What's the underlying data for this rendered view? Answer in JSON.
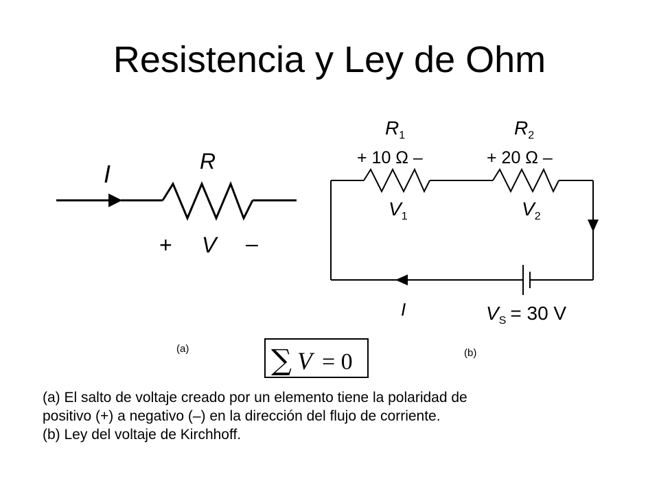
{
  "title": "Resistencia y Ley de Ohm",
  "fig_a": {
    "current_symbol": "I",
    "resistor_symbol": "R",
    "plus_sign": "+",
    "voltage_symbol": "V",
    "minus_sign": "–",
    "tag": "(a)"
  },
  "fig_b": {
    "r1_symbol": "R",
    "r1_sub": "1",
    "r1_value": "+ 10 Ω –",
    "r2_symbol": "R",
    "r2_sub": "2",
    "r2_value": "+ 20 Ω –",
    "v1_symbol": "V",
    "v1_sub": "1",
    "v2_symbol": "V",
    "v2_sub": "2",
    "current_symbol": "I",
    "source_symbol": "V",
    "source_sub": "S",
    "source_value": "= 30 V",
    "tag": "(b)"
  },
  "equation": {
    "sum_sign": "∑",
    "variable": "V",
    "rhs": "= 0"
  },
  "caption": {
    "line1": "(a) El salto de voltaje creado por un elemento tiene la polaridad de",
    "line2": "positivo (+) a negativo (–) en la dirección del flujo de corriente.",
    "line3": "(b) Ley del voltaje de Kirchhoff."
  }
}
